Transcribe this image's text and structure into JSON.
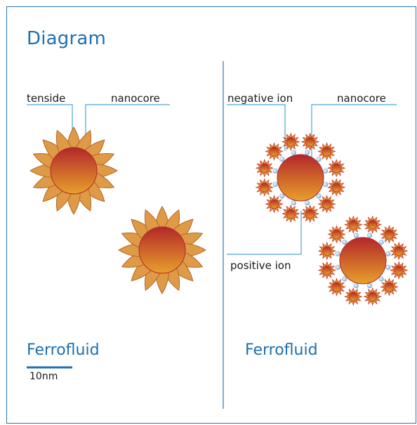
{
  "title": "Diagram",
  "left_panel": {
    "labels": {
      "tenside": "tenside",
      "nanocore": "nanocore"
    },
    "caption": "Ferrofluid",
    "scale_label": "10nm"
  },
  "right_panel": {
    "labels": {
      "negative_ion": "negative ion",
      "nanocore": "nanocore",
      "positive_ion": "positive ion"
    },
    "caption": "Ferrofluid"
  },
  "colors": {
    "frame": "#2f76ac",
    "accent_text": "#1f6fae",
    "leader_line": "#4aa3d8",
    "core_top": "#b3262b",
    "core_bottom": "#e8a02a",
    "petal": "#de9a45",
    "petal_stroke": "#b5652a",
    "ion": "#a9cde8"
  }
}
